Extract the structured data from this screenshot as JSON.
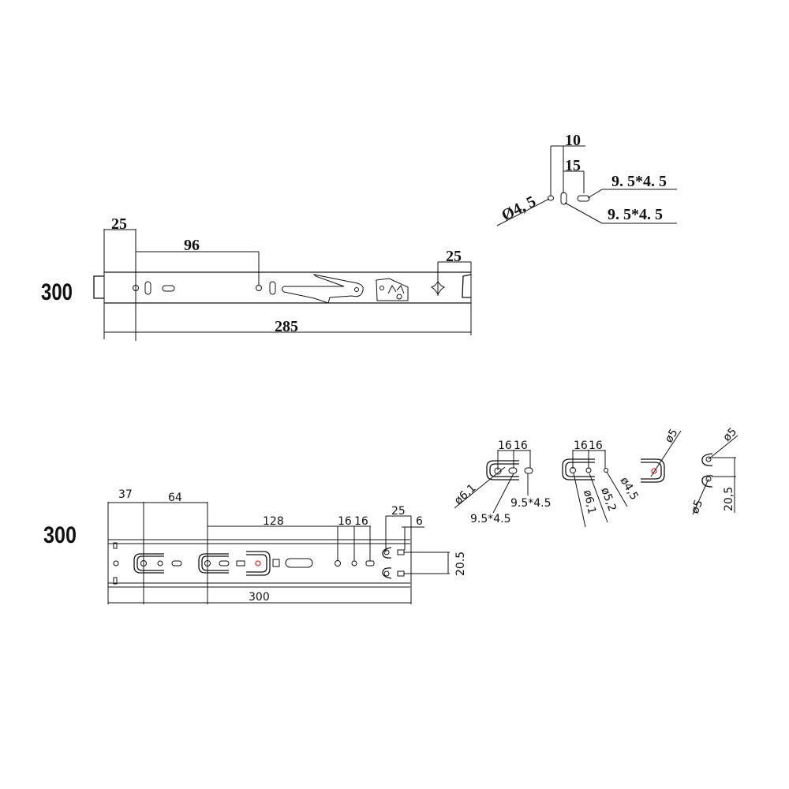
{
  "top_view": {
    "length_label": "300",
    "dims": {
      "left_offset": "25",
      "hole_spacing": "96",
      "right_offset": "25",
      "overall": "285"
    },
    "detail": {
      "d1": "10",
      "d2": "15",
      "hole": "Ø4, 5",
      "slot_a": "9. 5*4. 5",
      "slot_b": "9. 5*4. 5"
    }
  },
  "bottom_view": {
    "length_label": "300",
    "dims": {
      "offset_a": "37",
      "offset_b": "64",
      "spacing": "128",
      "pitch_1": "16",
      "pitch_2": "16",
      "end_a": "25",
      "end_b": "6",
      "vertical": "20.5",
      "overall": "300"
    },
    "detail_1": {
      "pitch_1": "16",
      "pitch_2": "16",
      "hole": "ø6,1",
      "slot_a": "9.5*4.5",
      "slot_b": "9.5*4.5"
    },
    "detail_2": {
      "pitch_1": "16",
      "pitch_2": "16",
      "hole_a": "ø6,1",
      "hole_b": "ø5,2",
      "hole_c": "ø4,5"
    },
    "detail_3": {
      "hole": "ø5"
    },
    "detail_4": {
      "hole_top": "ø5",
      "hole_bottom": "ø5",
      "vertical": "20,5"
    }
  }
}
